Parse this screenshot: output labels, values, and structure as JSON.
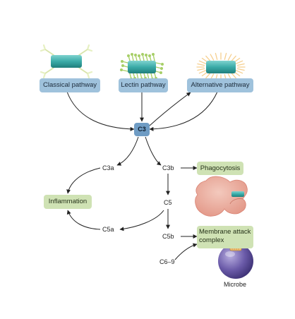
{
  "pathways": {
    "classical": "Classical pathway",
    "lectin": "Lectin pathway",
    "alternative": "Alternative pathway"
  },
  "hub": "C3",
  "products": {
    "c3a": "C3a",
    "c3b": "C3b",
    "c5": "C5",
    "c5a": "C5a",
    "c5b": "C5b",
    "c6_9": "C6–9"
  },
  "outcomes": {
    "phagocytosis": "Phagocytosis",
    "inflammation": "Inflammation",
    "mac_line1": "Membrane attack",
    "mac_line2": "complex"
  },
  "microbe_label": "Microbe",
  "colors": {
    "pathway_box": "#9fc2dc",
    "outcome_box": "#cfe2b4",
    "c3_box": "#6f9cc4",
    "bacterium": "#3aaba8",
    "classical_antibody": "#e6f0c2",
    "lectin_protein": "#a7cf68",
    "alternative_rays": "#f5cf8f",
    "phagocyte": "#e6a89a",
    "microbe": "#5b4c9a",
    "arrow": "#222222"
  },
  "icons": [
    "bacterium-icon",
    "antibody-icon",
    "lectin-icon",
    "complement-ray-icon",
    "phagocyte-icon",
    "microbe-icon",
    "pore-complex-icon"
  ]
}
